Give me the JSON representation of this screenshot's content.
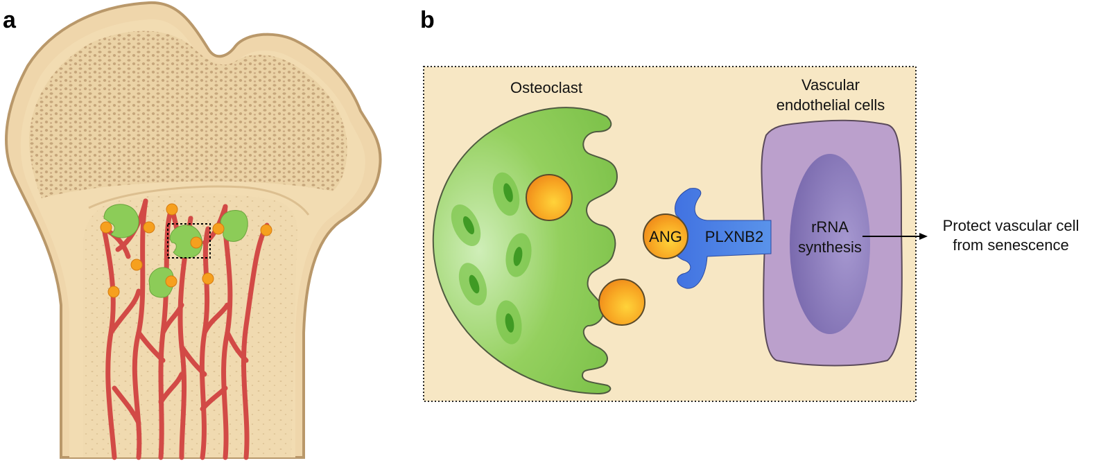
{
  "panels": {
    "a": {
      "letter": "a"
    },
    "b": {
      "letter": "b",
      "osteoclast_label": "Osteoclast",
      "endothelial_label_line1": "Vascular",
      "endothelial_label_line2": "endothelial cells",
      "ligand_label": "ANG",
      "receptor_label": "PLXNB2",
      "process_line1": "rRNA",
      "process_line2": "synthesis",
      "outcome_line1": "Protect vascular cell",
      "outcome_line2": "from senescence"
    }
  },
  "colors": {
    "bone": "#efd6ab",
    "bone_outline": "#b9986a",
    "marrow_pores": "#c4a57b",
    "vessel": "#d24a46",
    "osteoclast": "#8ccc58",
    "ang": "#f6a01e",
    "plxnb2": "#4a7fe4",
    "endothelial": "#bba0cc",
    "nucleus": "#8a7cb8",
    "panel_background": "#f7e7c4"
  },
  "icons": [
    "arrow-right-icon"
  ]
}
